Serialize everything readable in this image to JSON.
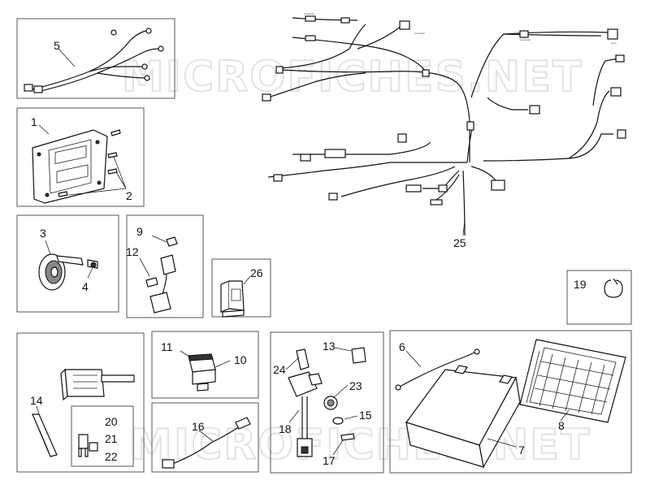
{
  "watermark": "MICROFICHES.NET",
  "callouts": {
    "c1": "1",
    "c2": "2",
    "c3": "3",
    "c4": "4",
    "c5": "5",
    "c6": "6",
    "c7": "7",
    "c8": "8",
    "c9": "9",
    "c10": "10",
    "c11": "11",
    "c12": "12",
    "c13": "13",
    "c14": "14",
    "c15": "15",
    "c16": "16",
    "c17": "17",
    "c18": "18",
    "c19": "19",
    "c20": "20",
    "c21": "21",
    "c22": "22",
    "c23": "23",
    "c24": "24",
    "c25": "25",
    "c26": "26"
  }
}
